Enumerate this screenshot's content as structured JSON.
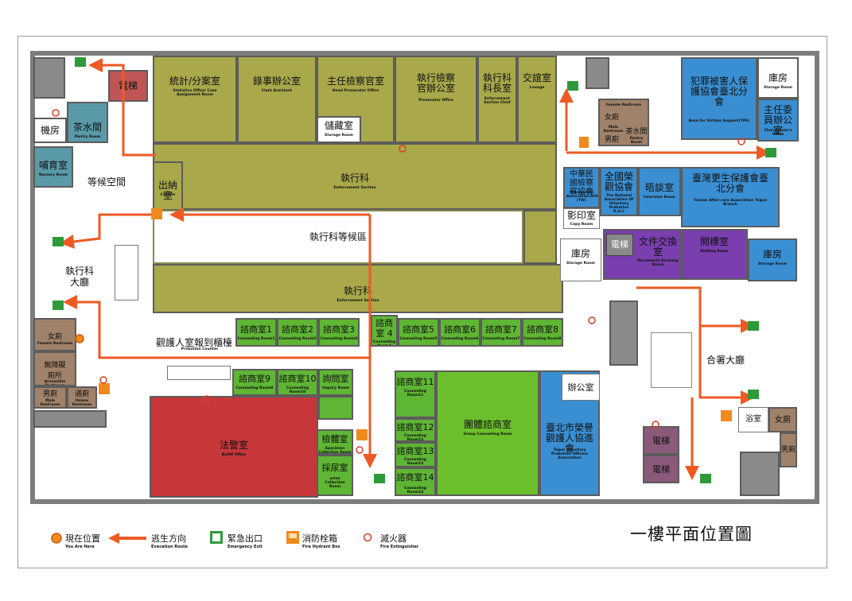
{
  "title": "一樓平面位置圖",
  "rooms": {
    "stats": {
      "cn": "統計/分案室",
      "en": "Statistics Office/ Case Assignment Room"
    },
    "clerk": {
      "cn": "錄事辦公室",
      "en": "Clerk Assistant"
    },
    "head_prosecutor": {
      "cn": "主任檢察官室",
      "en": "Head Prosecutor Office"
    },
    "prosecutor": {
      "cn": "執行檢察官辦公室",
      "en": "Prosecutor Office"
    },
    "section_chief": {
      "cn": "執行科科長室",
      "en": "Enforcement Section Chief"
    },
    "lounge": {
      "cn": "交誼室",
      "en": "Lounge"
    },
    "storage_top": {
      "cn": "儲藏室",
      "en": "Storage Room"
    },
    "elevator_tl": {
      "cn": "電梯",
      "en": ""
    },
    "machine": {
      "cn": "機房",
      "en": ""
    },
    "pantry_l": {
      "cn": "茶水間",
      "en": "Pantry Room"
    },
    "nursery": {
      "cn": "哺育室",
      "en": "Nursery Room"
    },
    "waiting": {
      "cn": "等候空間",
      "en": ""
    },
    "cashier": {
      "cn": "出納室",
      "en": "Cashier"
    },
    "enforcement_top": {
      "cn": "執行科",
      "en": "Enforcement Section"
    },
    "enf_waiting": {
      "cn": "執行科等候區",
      "en": ""
    },
    "enforcement_bottom": {
      "cn": "執行科",
      "en": "Enforcement Section"
    },
    "enf_hall": {
      "cn": "執行科大廳",
      "en": ""
    },
    "female_rr_l": {
      "cn": "女廁",
      "en": "Female Restroom"
    },
    "accessible_rr": {
      "cn": "無障礙廁所",
      "en": "Accessible Restroom"
    },
    "male_rr_l": {
      "cn": "男廁",
      "en": "Male Restroom"
    },
    "unisex_rr": {
      "cn": "通廁",
      "en": "Unisex Restroom"
    },
    "probation_counter": {
      "cn": "觀護人室報到櫃檯",
      "en": "Probation Counter"
    },
    "c1": {
      "cn": "諮商室1",
      "en": "Counseling Room1"
    },
    "c2": {
      "cn": "諮商室2",
      "en": "Counseling Room2"
    },
    "c3": {
      "cn": "諮商室3",
      "en": "Counseling Room3"
    },
    "c4": {
      "cn": "諮商室 4",
      "en": "Counseling Room4"
    },
    "c5": {
      "cn": "諮商室5",
      "en": "Counseling Room5"
    },
    "c6": {
      "cn": "諮商室6",
      "en": "Counseling Room6"
    },
    "c7": {
      "cn": "諮商室7",
      "en": "Counseling Room7"
    },
    "c8": {
      "cn": "諮商室8",
      "en": "Counseling Room8"
    },
    "c9": {
      "cn": "諮商室9",
      "en": "Counseling Room9"
    },
    "c10": {
      "cn": "諮商室10",
      "en": "Counseling Room10"
    },
    "inquiry": {
      "cn": "詢問室",
      "en": "Inquiry Room"
    },
    "bailiff": {
      "cn": "法警室",
      "en": "Bailiff Office"
    },
    "test": {
      "cn": "檢體室",
      "en": "Specimen Collection Room"
    },
    "urine": {
      "cn": "採尿室",
      "en": "urine Collection Room"
    },
    "c11": {
      "cn": "諮商室11",
      "en": "Counseling Room11"
    },
    "c12": {
      "cn": "諮商室12",
      "en": "Counseling Room12"
    },
    "c13": {
      "cn": "諮商室13",
      "en": "Counseling Room13"
    },
    "c14": {
      "cn": "諮商室14",
      "en": "Counseling Room14"
    },
    "group": {
      "cn": "團體諮商室",
      "en": "Group Counseling Room"
    },
    "taipei_vol": {
      "cn": "臺北市榮譽觀護人協進會",
      "en": "Taipei Voluntary Probation Officers Association"
    },
    "office_small": {
      "cn": "辦公室",
      "en": ""
    },
    "female_rr_r": {
      "cn": "女廁",
      "en": "Female Restroom"
    },
    "male_rr_r": {
      "cn": "男廁",
      "en": "Male Restroom"
    },
    "pantry_r": {
      "cn": "茶水間",
      "en": "Pantry Room"
    },
    "victims": {
      "cn": "犯罪被害人保護協會臺北分會",
      "en": "Assn.for Victims Support(TPE)"
    },
    "storage_tr": {
      "cn": "庫房",
      "en": "Storage Room"
    },
    "chairperson": {
      "cn": "主任委員辦公室",
      "en": "Chairperson's Office"
    },
    "prosecutors_assn": {
      "cn": "中華民國檢察官協會",
      "en": "Prosecutors Association,ROC (TW)"
    },
    "national_assn": {
      "cn": "全國榮觀協會",
      "en": "The National Association Of Voluntary Probation R.O.C"
    },
    "interview": {
      "cn": "晤談室",
      "en": "Interview Room"
    },
    "aftercare": {
      "cn": "臺灣更生保護會臺北分會",
      "en": "Taiwan After-care Association Taipei Branch"
    },
    "copy": {
      "cn": "影印室",
      "en": "Copy Room"
    },
    "storage_mid": {
      "cn": "庫房",
      "en": "Storage Room"
    },
    "elevator_mid": {
      "cn": "電梯",
      "en": ""
    },
    "docs_exchange": {
      "cn": "文件交換室",
      "en": "Documents Exchang Room"
    },
    "bidding": {
      "cn": "開標室",
      "en": "Bidding Room"
    },
    "storage_r": {
      "cn": "庫房",
      "en": "Storage Room"
    },
    "joint_hall": {
      "cn": "合署大廳",
      "en": ""
    },
    "bath": {
      "cn": "浴室",
      "en": ""
    },
    "female_rr_br": {
      "cn": "女廁",
      "en": ""
    },
    "male_rr_br": {
      "cn": "男廁",
      "en": ""
    },
    "elevator_br1": {
      "cn": "電梯",
      "en": ""
    },
    "elevator_br2": {
      "cn": "電梯",
      "en": ""
    }
  },
  "legend": {
    "here": {
      "cn": "現在位置",
      "en": "You Are Here"
    },
    "route": {
      "cn": "逃生方向",
      "en": "Evecation Route"
    },
    "exit": {
      "cn": "緊急出口",
      "en": "Emergency Exit"
    },
    "hydrant": {
      "cn": "消防栓箱",
      "en": "Fire Hydrant Box"
    },
    "extinguisher": {
      "cn": "滅火器",
      "en": "Fire Extinguisher"
    }
  },
  "colors": {
    "olive": "#a9a84a",
    "green": "#6cbf2c",
    "blue": "#3a8fd3",
    "purple": "#7a3eae",
    "red": "#c7373a",
    "teal": "#5a9aa8",
    "route": "#ee5a24",
    "exit": "#2e9a3a",
    "hydrant": "#f08a1c"
  }
}
